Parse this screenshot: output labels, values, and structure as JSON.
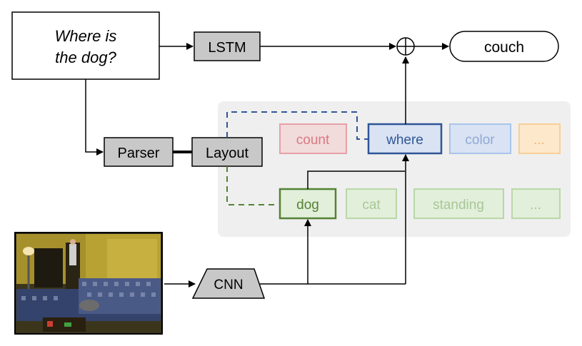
{
  "question": {
    "line1": "Where is",
    "line2": "the dog?"
  },
  "nodes": {
    "lstm": "LSTM",
    "parser": "Parser",
    "layout": "Layout",
    "cnn": "CNN",
    "answer": "couch",
    "combine_symbol": "⊕"
  },
  "modules": {
    "top_row": [
      "count",
      "where",
      "color",
      "..."
    ],
    "bottom_row": [
      "dog",
      "cat",
      "standing",
      "..."
    ]
  },
  "colors": {
    "gray_node": "#c8c8c8",
    "panel_bg": "#efefef",
    "red": "#e8b4b8",
    "blue": "#2f5597",
    "blue_fill": "#dae3f3",
    "orange_fill": "#fde8cc",
    "green": "#548235",
    "green_fill": "#e2efda"
  },
  "image": {
    "description_icon": "photo-icon"
  }
}
